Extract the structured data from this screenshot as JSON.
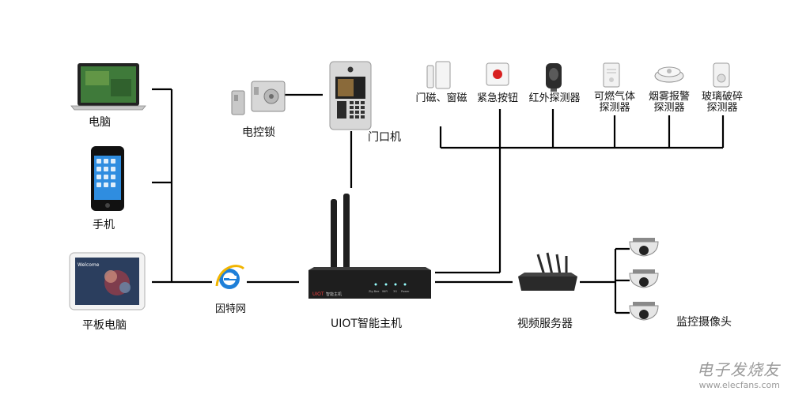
{
  "clients": {
    "laptop": "电脑",
    "phone": "手机",
    "tablet": "平板电脑",
    "tablet_screen_text": "Welcome"
  },
  "internet": {
    "label": "因特网"
  },
  "hub": {
    "label": "UIOT智能主机",
    "brand": "UIOT",
    "model": "智能主机",
    "ports": [
      "Zig Bee",
      "WiFi",
      "3G",
      "Power"
    ]
  },
  "access": {
    "lock": "电控锁",
    "door_station": "门口机"
  },
  "sensors": [
    {
      "lines": [
        "门磁、窗磁"
      ]
    },
    {
      "lines": [
        "紧急按钮"
      ]
    },
    {
      "lines": [
        "红外探测器"
      ]
    },
    {
      "lines": [
        "可燃气体",
        "探测器"
      ]
    },
    {
      "lines": [
        "烟雾报警",
        "探测器"
      ]
    },
    {
      "lines": [
        "玻璃破碎",
        "探测器"
      ]
    }
  ],
  "video": {
    "server": "视频服务器",
    "cameras": "监控摄像头"
  },
  "watermark": {
    "title": "电子发烧友",
    "url": "www.elecfans.com"
  },
  "colors": {
    "line": "#000000",
    "device_dark": "#1e1e1e",
    "ie_blue": "#1e7fd8",
    "alarm_red": "#d82020"
  }
}
